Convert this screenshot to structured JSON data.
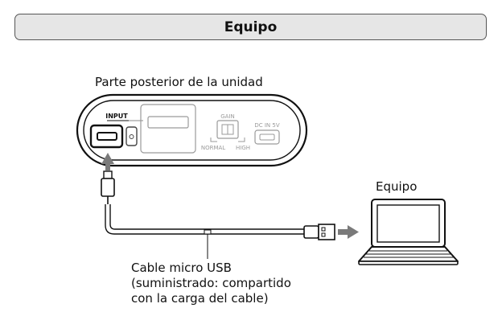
{
  "header": {
    "title": "Equipo"
  },
  "unit": {
    "caption": "Parte posterior de la unidad",
    "input_label": "INPUT",
    "gain_label": "GAIN",
    "gain_normal": "NORMAL",
    "gain_high": "HIGH",
    "dc_label": "DC IN 5V"
  },
  "computer": {
    "label": "Equipo"
  },
  "cable": {
    "caption_lines": [
      "Cable micro USB",
      "(suministrado: compartido",
      "con la carga del cable)"
    ]
  },
  "colors": {
    "header_bg": "#e6e6e6",
    "line": "#222222",
    "arrow": "#7a7a7a",
    "faint": "#9a9a9a"
  }
}
